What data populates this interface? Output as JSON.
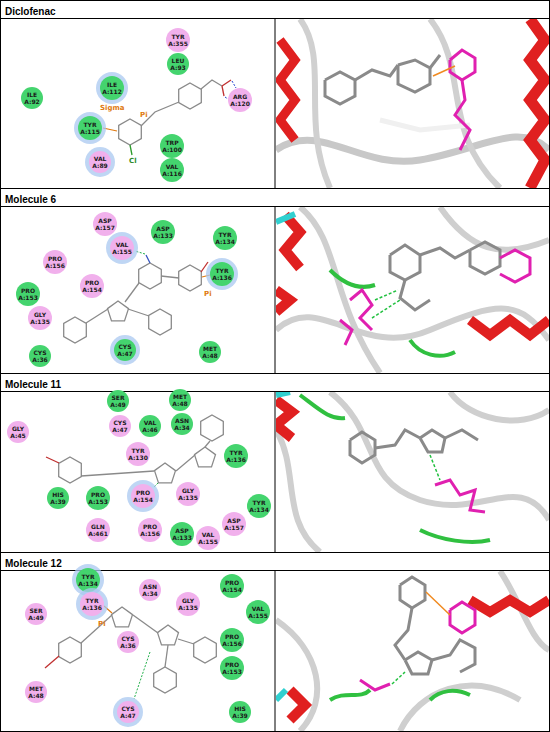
{
  "diagram": {
    "nodes": [
      {
        "text": [
          "Diclofenac"
        ]
      },
      {
        "text": [
          "TYR A:355"
        ]
      },
      {
        "text": [
          "LEU A:93"
        ]
      },
      {
        "text": [
          "ILE A:112"
        ]
      },
      {
        "text": [
          "ILE A:92"
        ]
      },
      {
        "text": [
          "ARG A:120"
        ]
      },
      {
        "text": [
          "TYR A:115"
        ]
      },
      {
        "text": [
          "TRP A:100"
        ]
      },
      {
        "text": [
          "VAL A:89"
        ]
      },
      {
        "text": [
          "VAL A:116"
        ]
      },
      {
        "text": [
          "Molecule 6"
        ]
      },
      {
        "text": [
          "ASP A:157"
        ]
      },
      {
        "text": [
          "ASP A:133"
        ]
      },
      {
        "text": [
          "TYR A:134"
        ]
      },
      {
        "text": [
          "VAL A:155"
        ]
      },
      {
        "text": [
          "PRO A:156"
        ]
      },
      {
        "text": [
          "TYR A:136"
        ]
      },
      {
        "text": [
          "PRO A:154"
        ]
      },
      {
        "text": [
          "PRO A:153"
        ]
      },
      {
        "text": [
          "GLY A:135"
        ]
      },
      {
        "text": [
          "CYS A:36"
        ]
      },
      {
        "text": [
          "CYS A:47"
        ]
      },
      {
        "text": [
          "MET A:48"
        ]
      },
      {
        "text": [
          "Molecule 11"
        ]
      },
      {
        "text": [
          "SER A:49"
        ]
      },
      {
        "text": [
          "MET A:48"
        ]
      },
      {
        "text": [
          "ASN A:34"
        ]
      },
      {
        "text": [
          "CYS A:47"
        ]
      },
      {
        "text": [
          "VAL A:46"
        ]
      },
      {
        "text": [
          "GLY A:45"
        ]
      },
      {
        "text": [
          "TYR A:130"
        ]
      },
      {
        "text": [
          "TYR A:136"
        ]
      },
      {
        "text": [
          "HIS A:39"
        ]
      },
      {
        "text": [
          "PRO A:153"
        ]
      },
      {
        "text": [
          "PRO A:154"
        ]
      },
      {
        "text": [
          "GLY A:135"
        ]
      },
      {
        "text": [
          "GLN A:461"
        ]
      },
      {
        "text": [
          "PRO A:156"
        ]
      },
      {
        "text": [
          "ASP A:133"
        ]
      },
      {
        "text": [
          "VAL A:155"
        ]
      },
      {
        "text": [
          "ASP A:157"
        ]
      },
      {
        "text": [
          "TYR A:134"
        ]
      },
      {
        "text": [
          "Molecule 12"
        ]
      },
      {
        "text": [
          "TYR A:134"
        ]
      },
      {
        "text": [
          "ASN A:34"
        ]
      },
      {
        "text": [
          "PRO A:154"
        ]
      },
      {
        "text": [
          "TYR A:136"
        ]
      },
      {
        "text": [
          "GLY A:135"
        ]
      },
      {
        "text": [
          "SER A:49"
        ]
      },
      {
        "text": [
          "VAL A:155"
        ]
      },
      {
        "text": [
          "CYS A:36"
        ]
      },
      {
        "text": [
          "PRO A:156"
        ]
      },
      {
        "text": [
          "PRO A:153"
        ]
      },
      {
        "text": [
          "MET A:48"
        ]
      },
      {
        "text": [
          "CYS A:47"
        ]
      },
      {
        "text": [
          "HIS A:39"
        ]
      }
    ],
    "labels": [
      "Pi",
      "Sigma",
      "Cl",
      "Pi",
      "Pi"
    ]
  }
}
